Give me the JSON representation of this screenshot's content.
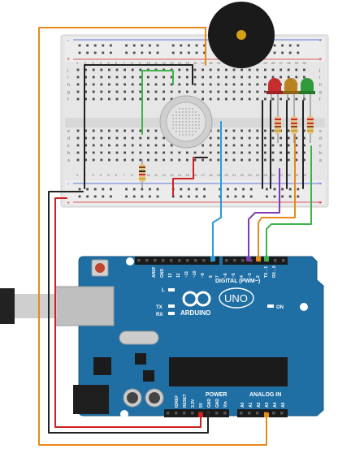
{
  "colors": {
    "breadboard": "#e8e8e8",
    "breadboard_dark": "#d2d2d2",
    "rail_red": "#d42a2a",
    "rail_blue": "#2a4fd4",
    "arduino": "#1f6fa4",
    "arduino_dark": "#15587f",
    "header": "#1b1b1b",
    "wire_orange": "#e8891c",
    "wire_black": "#222222",
    "wire_red": "#d31f1f",
    "wire_blue": "#2b9ad6",
    "wire_purple": "#7d3bb5",
    "wire_green": "#3fb34a",
    "led_red": "#c42e2e",
    "led_yellow": "#b8821e",
    "led_green": "#2f9a3a",
    "buzzer": "#1a1a1a",
    "buzzer_center": "#d4a017",
    "gas_sensor": "#d8d8d8"
  },
  "components": {
    "buzzer": "piezo-buzzer",
    "gas_sensor": "gas-sensor",
    "leds": [
      "led-red",
      "led-yellow",
      "led-green"
    ],
    "resistors": [
      "resistor-sensor",
      "resistor-red",
      "resistor-yellow",
      "resistor-green"
    ]
  },
  "breadboard": {
    "row_letters_top": [
      "j",
      "i",
      "h",
      "g",
      "f"
    ],
    "row_letters_bottom": [
      "e",
      "d",
      "c",
      "b",
      "a"
    ],
    "column_numbers": [
      "1",
      "2",
      "3",
      "4",
      "5",
      "6",
      "7",
      "8",
      "9",
      "10",
      "11",
      "12",
      "13",
      "14",
      "15",
      "16",
      "17",
      "18",
      "19",
      "20",
      "21",
      "22",
      "23",
      "24",
      "25",
      "26",
      "27",
      "28",
      "29",
      "30"
    ],
    "rail_plus": "+",
    "rail_minus": "-"
  },
  "arduino": {
    "logo_text": "ARDUINO",
    "model": "UNO",
    "digital_label": "DIGITAL (PWM~)",
    "power_label": "POWER",
    "analog_label": "ANALOG IN",
    "on_label": "ON",
    "l_label": "L",
    "tx_label": "TX",
    "rx_label": "RX",
    "digital_pins": [
      "AREF",
      "GND",
      "13",
      "12",
      "~11",
      "~10",
      "~9",
      "8",
      "7",
      "~6",
      "~5",
      "4",
      "~3",
      "2",
      "TX→1",
      "RX←0"
    ],
    "power_pins": [
      "IOREF",
      "RESET",
      "3.3V",
      "5V",
      "GND",
      "GND",
      "Vin"
    ],
    "analog_pins": [
      "A0",
      "A1",
      "A2",
      "A3",
      "A4",
      "A5"
    ]
  }
}
